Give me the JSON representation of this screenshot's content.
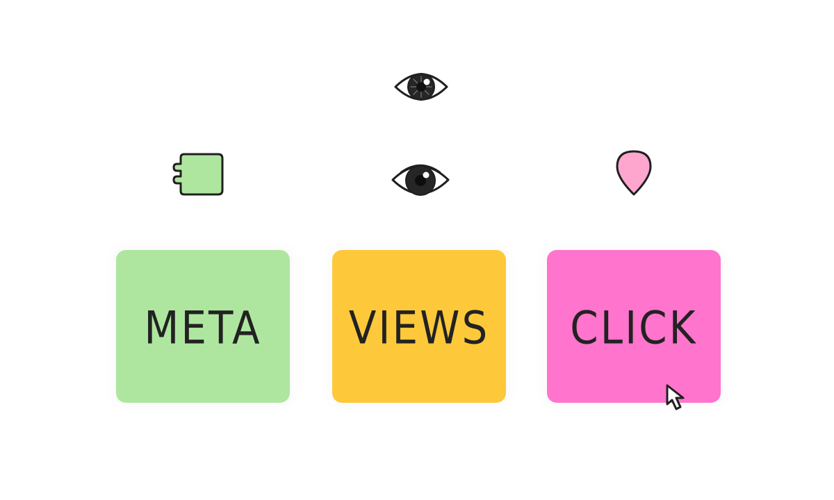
{
  "cards": [
    {
      "id": "meta",
      "label": "META",
      "color": "#aee6a0"
    },
    {
      "id": "views",
      "label": "VIEWS",
      "color": "#fdc93a"
    },
    {
      "id": "click",
      "label": "CLICK",
      "color": "#ff74cc"
    }
  ],
  "icons": {
    "top": "eye-icon",
    "left": "puzzle-piece-icon",
    "center": "eye-icon",
    "right": "map-pin-icon",
    "pointer": "mouse-cursor-icon"
  },
  "colors": {
    "meta": "#aee6a0",
    "views": "#fdc93a",
    "click": "#ff74cc",
    "pin": "#ffa6cf",
    "ink": "#1f1f1f"
  }
}
